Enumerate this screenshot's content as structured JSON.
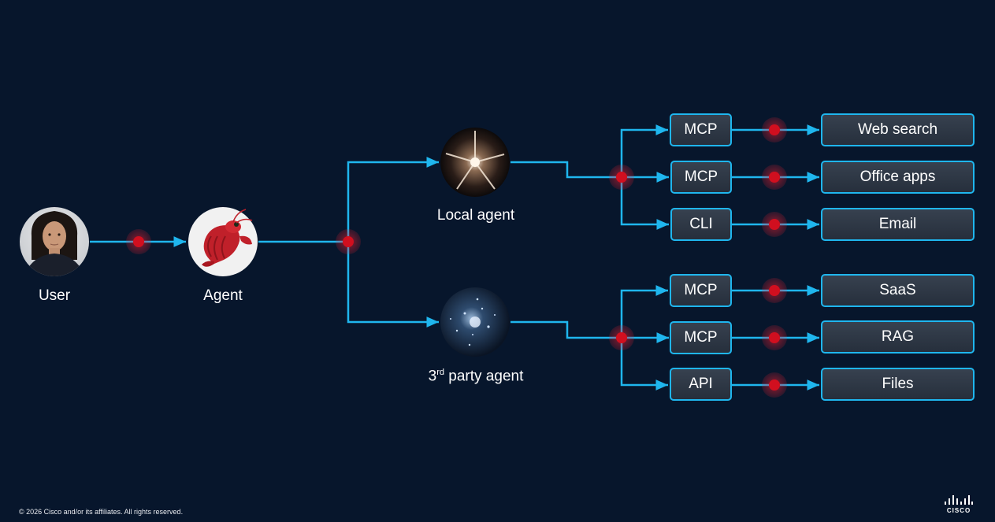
{
  "nodes": {
    "user": {
      "label": "User"
    },
    "agent": {
      "label": "Agent"
    },
    "local_agent": {
      "label": "Local agent"
    },
    "third_party_agent": {
      "label_prefix": "3",
      "label_sup": "rd",
      "label_suffix": " party agent"
    }
  },
  "local_branch": [
    {
      "protocol": "MCP",
      "target": "Web search"
    },
    {
      "protocol": "MCP",
      "target": "Office apps"
    },
    {
      "protocol": "CLI",
      "target": "Email"
    }
  ],
  "third_party_branch": [
    {
      "protocol": "MCP",
      "target": "SaaS"
    },
    {
      "protocol": "MCP",
      "target": "RAG"
    },
    {
      "protocol": "API",
      "target": "Files"
    }
  ],
  "footer": {
    "copyright": "© 2026 Cisco and/or its affiliates. All rights reserved."
  },
  "logo": {
    "text": "CISCO"
  },
  "colors": {
    "background": "#07162c",
    "line": "#1fb6ee",
    "checkpoint": "#d10f1f",
    "box_border": "#1fb6ee"
  }
}
